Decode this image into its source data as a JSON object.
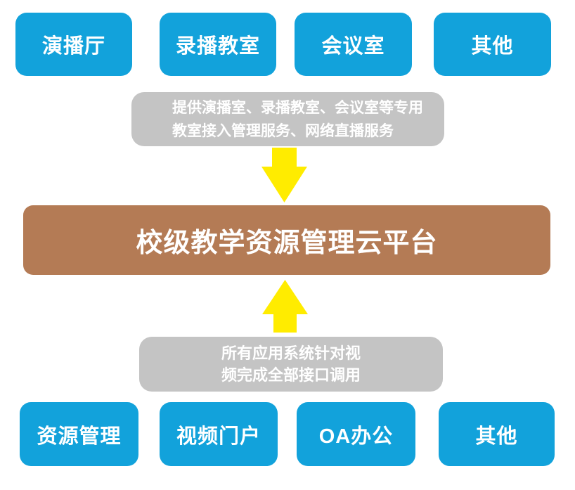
{
  "diagram": {
    "top_sources": [
      {
        "label": "演播厅"
      },
      {
        "label": "录播教室"
      },
      {
        "label": "会议室"
      },
      {
        "label": "其他"
      }
    ],
    "top_note": {
      "line1": "提供演播室、录播教室、会议室等专用",
      "line2": "教室接入管理服务、网络直播服务"
    },
    "platform_label": "校级教学资源管理云平台",
    "bottom_note": {
      "line1": "所有应用系统针对视",
      "line2": "频完成全部接口调用"
    },
    "bottom_apps": [
      {
        "label": "资源管理"
      },
      {
        "label": "视频门户"
      },
      {
        "label": "OA办公"
      },
      {
        "label": "其他"
      }
    ],
    "icons": {
      "down_arrow": "arrow-down",
      "up_arrow": "arrow-up"
    },
    "colors": {
      "box_blue": "#12A2DB",
      "note_gray": "#C4C4C4",
      "platform_brown": "#B47B55",
      "arrow_yellow": "#FFEC00",
      "text_white": "#FFFFFF"
    }
  }
}
